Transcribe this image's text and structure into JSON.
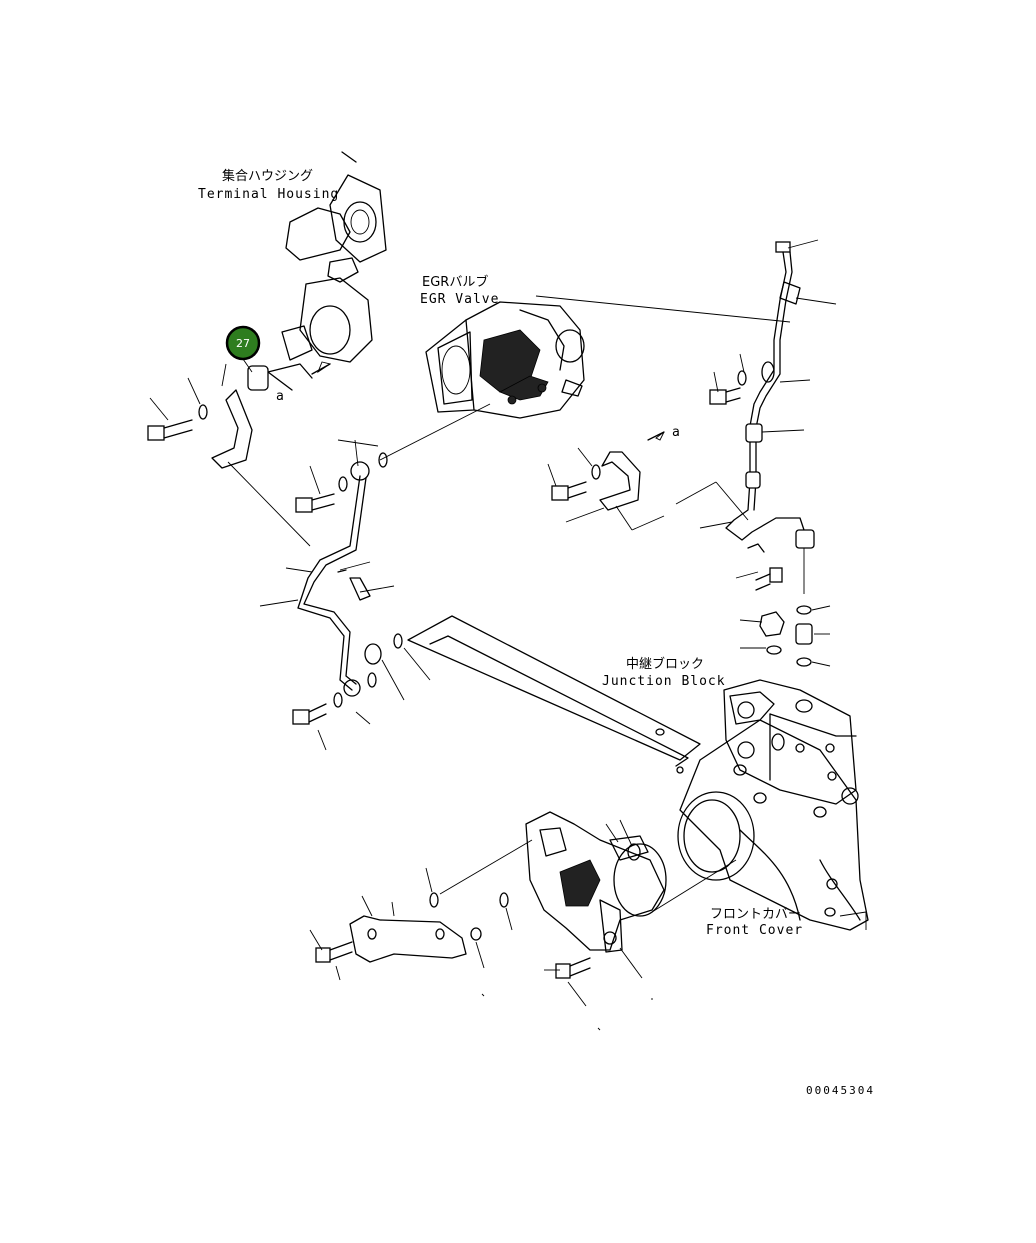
{
  "labels": {
    "terminal_housing_jp": "集合ハウジング",
    "terminal_housing_en": "Terminal Housing",
    "egr_valve_jp": "EGRバルブ",
    "egr_valve_en": "EGR Valve",
    "junction_block_jp": "中継ブロック",
    "junction_block_en": "Junction Block",
    "front_cover_jp": "フロントカバー",
    "front_cover_en": "Front Cover",
    "ref_a_1": "a",
    "ref_a_2": "a"
  },
  "callouts": [
    {
      "number": "27",
      "color": "#2e7d1f"
    }
  ],
  "drawing_number": "00045304"
}
